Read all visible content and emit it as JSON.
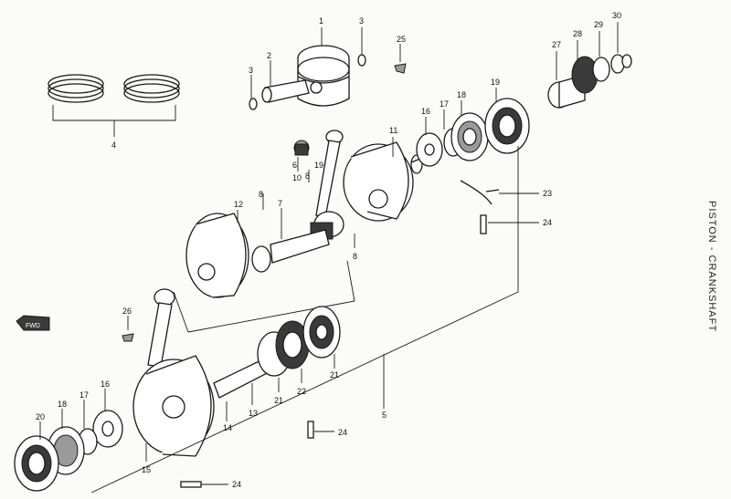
{
  "side_title": "PISTON - CRANKSHAFT",
  "fwd_label": "FWD",
  "callouts": {
    "c1": "1",
    "c2": "2",
    "c3a": "3",
    "c3b": "3",
    "c4": "4",
    "c5": "5",
    "c6": "6",
    "c7": "7",
    "c8a": "8",
    "c8b": "8",
    "c8c": "8",
    "c10": "10",
    "c11": "11",
    "c12": "12",
    "c13": "13",
    "c14": "14",
    "c15": "15",
    "c16a": "16",
    "c16b": "16",
    "c17a": "17",
    "c17b": "17",
    "c18a": "18",
    "c18b": "18",
    "c19": "19",
    "c20": "20",
    "c21a": "21",
    "c21b": "21",
    "c22": "22",
    "c23": "23",
    "c24a": "24",
    "c24b": "24",
    "c24c": "24",
    "c25": "25",
    "c26": "26",
    "c27": "27",
    "c28": "28",
    "c29": "29",
    "c30": "30"
  }
}
